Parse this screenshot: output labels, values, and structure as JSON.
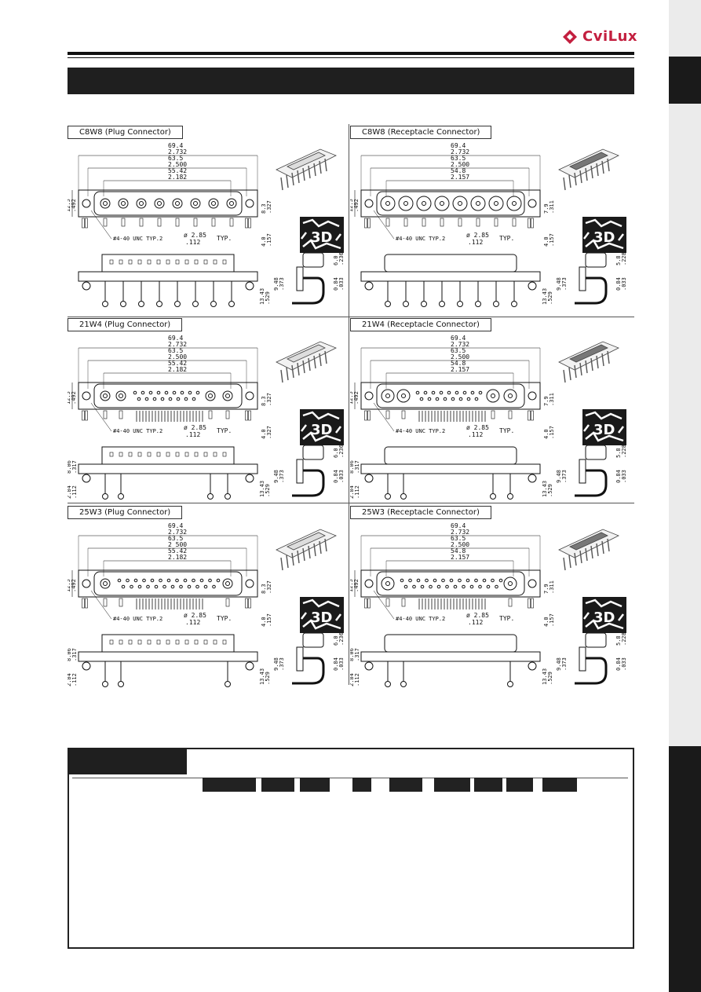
{
  "brand": {
    "name": "CviLux",
    "color": "#c31f3f"
  },
  "cells": [
    {
      "label": "C8W8 (Plug Connector)",
      "kind": "plug",
      "contacts": "8W8",
      "dims": [
        "69.4",
        "2.732",
        "63.5",
        "2.500",
        "55.42",
        "2.182"
      ],
      "height": [
        "12.5",
        ".492"
      ],
      "right": [
        "8.3",
        ".327"
      ],
      "screw": "#4-40 UNC TYP.2",
      "hole": [
        "ø 2.85",
        ".112",
        "TYP."
      ],
      "pin": [
        "4.0",
        ".157"
      ],
      "side": [
        "13.43",
        ".529",
        "9.48",
        ".373",
        "0.84",
        ".033",
        "6.0",
        ".236"
      ]
    },
    {
      "label": "C8W8 (Receptacle Connector)",
      "kind": "rec",
      "contacts": "8W8",
      "dims": [
        "69.4",
        "2.732",
        "63.5",
        "2.500",
        "54.8",
        "2.157"
      ],
      "height": [
        "12.5",
        ".492"
      ],
      "right": [
        "7.9",
        ".311"
      ],
      "screw": "#4-40 UNC TYP.2",
      "hole": [
        "ø 2.85",
        ".112",
        "TYP."
      ],
      "pin": [
        "4.0",
        ".157"
      ],
      "side": [
        "13.43",
        ".529",
        "9.48",
        ".373",
        "0.84",
        ".033",
        "5.8",
        ".228"
      ]
    },
    {
      "label": "21W4 (Plug Connector)",
      "kind": "plug",
      "contacts": "21W4",
      "dims": [
        "69.4",
        "2.732",
        "63.5",
        "2.500",
        "55.42",
        "2.182"
      ],
      "height": [
        "12.5",
        ".492"
      ],
      "right": [
        "8.3",
        ".327"
      ],
      "screw": "#4-40 UNC TYP.2",
      "hole": [
        "ø 2.85",
        ".112",
        "TYP."
      ],
      "pin": [
        "4.0",
        ".327"
      ],
      "side": [
        "13.43",
        ".529",
        "9.48",
        ".373",
        "0.84",
        ".033",
        "6.0",
        ".236"
      ],
      "front": [
        "8.06",
        ".317",
        "2.84",
        ".112"
      ]
    },
    {
      "label": "21W4 (Receptacle Connector)",
      "kind": "rec",
      "contacts": "21W4",
      "dims": [
        "69.4",
        "2.732",
        "63.5",
        "2.500",
        "54.8",
        "2.157"
      ],
      "height": [
        "12.5",
        ".492"
      ],
      "right": [
        "7.9",
        ".311"
      ],
      "screw": "#4-40 UNC TYP.2",
      "hole": [
        "ø 2.85",
        ".112",
        "TYP."
      ],
      "pin": [
        "4.0",
        ".157"
      ],
      "side": [
        "13.43",
        ".529",
        "9.48",
        ".373",
        "0.84",
        ".033",
        "5.8",
        ".228"
      ],
      "front": [
        "8.06",
        ".317",
        "2.84",
        ".112"
      ]
    },
    {
      "label": "25W3 (Plug Connector)",
      "kind": "plug",
      "contacts": "25W3",
      "dims": [
        "69.4",
        "2.732",
        "63.5",
        "2 500",
        "55.42",
        "2.182"
      ],
      "height": [
        "12.5",
        ".492"
      ],
      "right": [
        "8.3",
        ".327"
      ],
      "screw": "#4-40 UNC TYP.2",
      "hole": [
        "ø 2.85",
        ".112",
        "TYP."
      ],
      "pin": [
        "4.0",
        ".157"
      ],
      "side": [
        "13.43",
        ".529",
        "9.48",
        ".373",
        "0.84",
        ".033",
        "6.0",
        ".236"
      ],
      "front": [
        "8.06",
        ".317",
        "2.84",
        ".112"
      ]
    },
    {
      "label": "25W3 (Receptacle Connector)",
      "kind": "rec",
      "contacts": "25W3",
      "dims": [
        "69.4",
        "2.732",
        "63.5",
        "2.500",
        "54.8",
        "2.157"
      ],
      "height": [
        "12.5",
        ".492"
      ],
      "right": [
        "7.9",
        ".311"
      ],
      "screw": "#4-40 UNC TYP.2",
      "hole": [
        "ø 2.85",
        ".112",
        "TYP."
      ],
      "pin": [
        "4.0",
        ".157"
      ],
      "side": [
        "13.43",
        ".529",
        "9.48",
        ".373",
        "0.84",
        ".033",
        "5.8",
        ".228"
      ],
      "front": [
        "8.06",
        ".317",
        "2.84",
        ".112"
      ]
    }
  ],
  "icon_3d": "3D",
  "order_code_boxes": 10
}
